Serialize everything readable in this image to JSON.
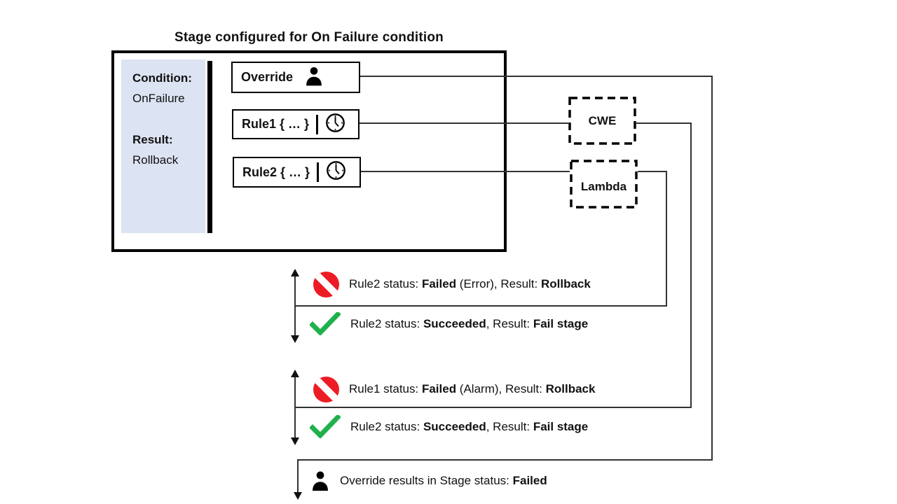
{
  "title": "Stage configured for On Failure condition",
  "stage_panel": {
    "condition_label": "Condition:",
    "condition_value": "OnFailure",
    "result_label": "Result:",
    "result_value": "Rollback"
  },
  "actions": [
    {
      "label": "Override",
      "icon": "person-icon"
    },
    {
      "label": "Rule1 { … }",
      "icon": "clock-icon"
    },
    {
      "label": "Rule2 { … }",
      "icon": "clock-icon"
    }
  ],
  "services": [
    {
      "label": "CWE"
    },
    {
      "label": "Lambda"
    }
  ],
  "outcomes": {
    "group1": {
      "failed": [
        {
          "t": "Rule2 status: "
        },
        {
          "t": "Failed",
          "b": true
        },
        {
          "t": " (Error), Result: "
        },
        {
          "t": "Rollback",
          "b": true
        }
      ],
      "succeeded": [
        {
          "t": "Rule2 status: "
        },
        {
          "t": "Succeeded",
          "b": true
        },
        {
          "t": ", Result: "
        },
        {
          "t": "Fail stage",
          "b": true
        }
      ]
    },
    "group2": {
      "failed": [
        {
          "t": "Rule1 status: "
        },
        {
          "t": "Failed",
          "b": true
        },
        {
          "t": " (Alarm), Result: "
        },
        {
          "t": "Rollback",
          "b": true
        }
      ],
      "succeeded": [
        {
          "t": "Rule2 status: "
        },
        {
          "t": "Succeeded",
          "b": true
        },
        {
          "t": ", Result: "
        },
        {
          "t": "Fail stage",
          "b": true
        }
      ]
    },
    "override_result": [
      {
        "t": "Override results in Stage status: "
      },
      {
        "t": "Failed",
        "b": true
      }
    ]
  },
  "colors": {
    "panel_bg": "#dce3f2",
    "prohibit_red": "#ed1c24",
    "check_green": "#21b14c",
    "line": "#333333"
  }
}
